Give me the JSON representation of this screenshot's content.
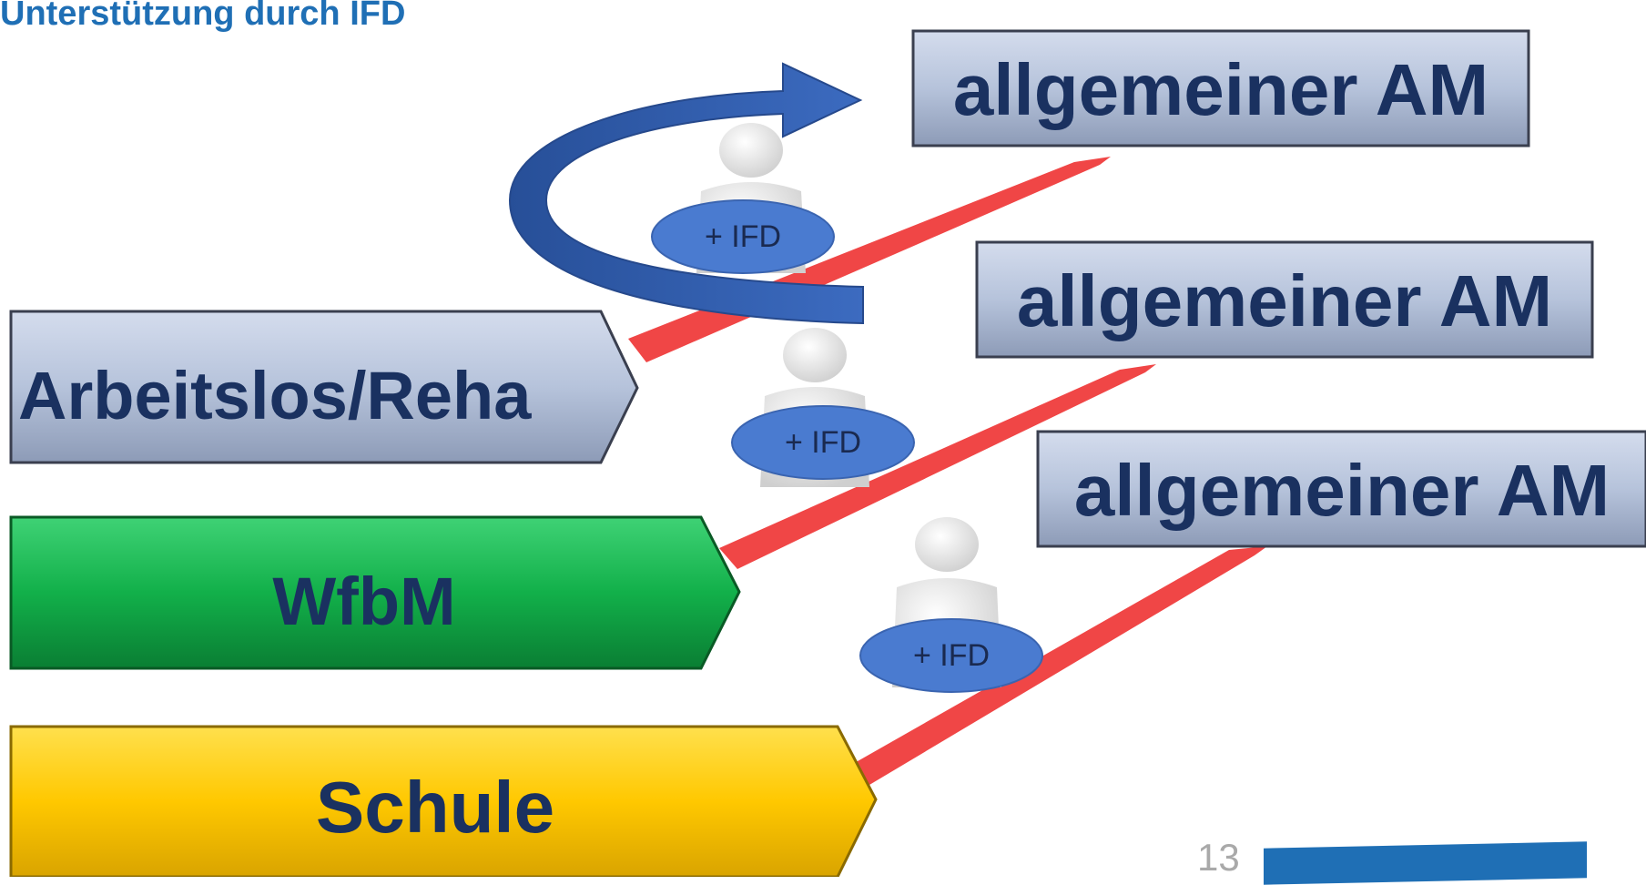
{
  "header": {
    "title": "Unterstützung durch IFD"
  },
  "sources": [
    {
      "label": "Arbeitslos/Reha",
      "color": "#b6c3db"
    },
    {
      "label": "WfbM",
      "color": "#12b04a"
    },
    {
      "label": "Schule",
      "color": "#ffc800"
    }
  ],
  "targets": [
    {
      "label": "allgemeiner AM"
    },
    {
      "label": "allgemeiner AM"
    },
    {
      "label": "allgemeiner AM"
    }
  ],
  "support": [
    {
      "label": "+ IFD"
    },
    {
      "label": "+ IFD"
    },
    {
      "label": "+ IFD"
    }
  ],
  "colors": {
    "accent": "#1f6fb5",
    "target_box": "#b6c3db",
    "label_text": "#1a3160",
    "path": "#ff4b4b",
    "ifd_ellipse": "#4a7bd0",
    "arrow": "#2f5cac"
  },
  "footer": {
    "page_number": "13"
  }
}
